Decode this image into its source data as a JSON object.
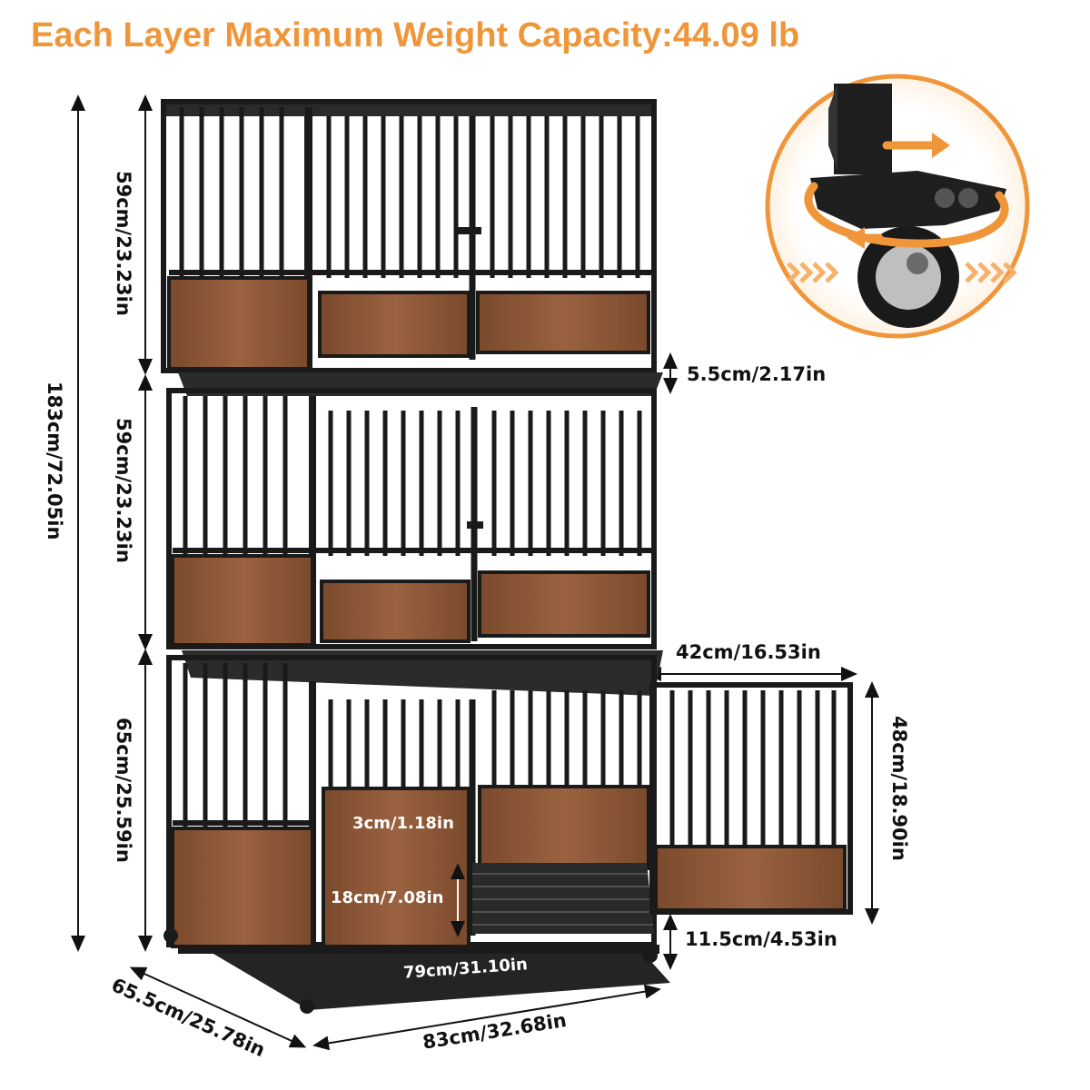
{
  "headline": "Each Layer Maximum Weight Capacity:44.09 lb",
  "dimensions": {
    "layer_top_height": "59cm/23.23in",
    "layer_middle_height": "59cm/23.23in",
    "layer_bottom_height": "65cm/25.59in",
    "total_height": "183cm/72.05in",
    "layer_gap": "5.5cm/2.17in",
    "door_width": "42cm/16.53in",
    "door_height": "48cm/18.90in",
    "tray_gap": "3cm/1.18in",
    "panel_height": "18cm/7.08in",
    "ground_clearance": "11.5cm/4.53in",
    "tray_length": "79cm/31.10in",
    "depth": "65.5cm/25.78in",
    "width": "83cm/32.68in"
  },
  "colors": {
    "accent": "#f0963a",
    "frame": "#1a1a1a",
    "wood": "#8a5634"
  },
  "icons": [
    "swivel-caster-wheel-icon",
    "rotation-arrow-icon",
    "chevron-arrows-icon"
  ]
}
